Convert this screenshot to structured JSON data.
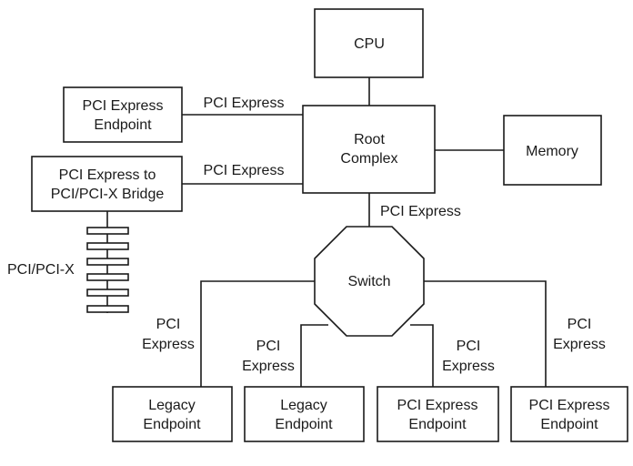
{
  "colors": {
    "line": "#1a1a1a",
    "background": "#ffffff"
  },
  "boxes": {
    "cpu": {
      "lines": [
        "CPU"
      ]
    },
    "pcie_endpoint": {
      "lines": [
        "PCI Express",
        "Endpoint"
      ]
    },
    "root_complex": {
      "lines": [
        "Root",
        "Complex"
      ]
    },
    "memory": {
      "lines": [
        "Memory"
      ]
    },
    "bridge": {
      "lines": [
        "PCI Express to",
        "PCI/PCI-X Bridge"
      ]
    },
    "switch": {
      "lines": [
        "Switch"
      ]
    },
    "legacy_1": {
      "lines": [
        "Legacy",
        "Endpoint"
      ]
    },
    "legacy_2": {
      "lines": [
        "Legacy",
        "Endpoint"
      ]
    },
    "pcie_endpoint_3": {
      "lines": [
        "PCI Express",
        "Endpoint"
      ]
    },
    "pcie_endpoint_4": {
      "lines": [
        "PCI Express",
        "Endpoint"
      ]
    }
  },
  "links": {
    "endpoint_to_root": {
      "lines": [
        "PCI Express"
      ]
    },
    "bridge_to_root": {
      "lines": [
        "PCI Express"
      ]
    },
    "root_to_switch": {
      "lines": [
        "PCI Express"
      ]
    },
    "switch_to_legacy_1": {
      "lines": [
        "PCI",
        "Express"
      ]
    },
    "switch_to_legacy_2": {
      "lines": [
        "PCI",
        "Express"
      ]
    },
    "switch_to_endpoint_3": {
      "lines": [
        "PCI",
        "Express"
      ]
    },
    "switch_to_endpoint_4": {
      "lines": [
        "PCI",
        "Express"
      ]
    }
  },
  "bus": {
    "label": "PCI/PCI-X"
  }
}
